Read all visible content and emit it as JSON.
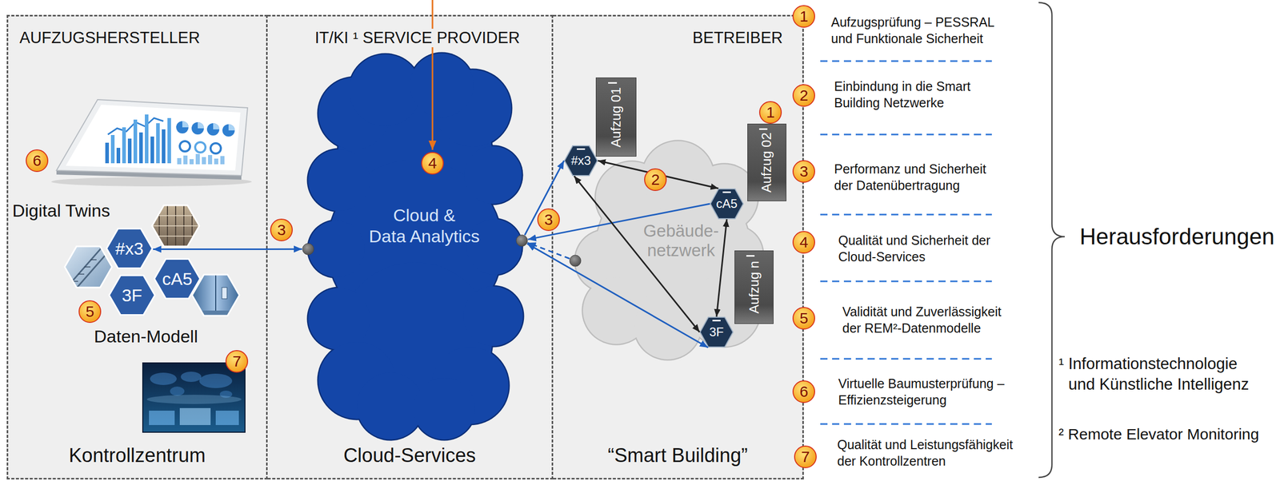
{
  "diagram": {
    "nodes": [
      {
        "text": [
          "AUFZUGSHERSTELLER",
          "Kontrollzentrum"
        ]
      },
      {
        "text": [
          "#x3"
        ],
        "in": 0
      },
      {
        "text": [
          "cA5"
        ],
        "in": 0
      },
      {
        "text": [
          "3F"
        ],
        "in": 0
      },
      {
        "text": [
          "IT/KI ¹ SERVICE PROVIDER",
          "Cloud-Services"
        ]
      },
      {
        "text": [
          "Cloud & Data Analytics"
        ],
        "in": 4
      },
      {
        "text": [
          "BETREIBER",
          "“Smart Building”"
        ]
      },
      {
        "text": [
          "Gebäude- netzwerk"
        ],
        "in": 6
      },
      {
        "text": [
          "Aufzug 01"
        ],
        "in": 6
      },
      {
        "text": [
          "#x3"
        ],
        "in": 6
      },
      {
        "text": [
          "Aufzug 02"
        ],
        "in": 6
      },
      {
        "text": [
          "cA5"
        ],
        "in": 6
      },
      {
        "text": [
          "Aufzug n"
        ],
        "in": 6
      },
      {
        "text": [
          "3F"
        ],
        "in": 6
      }
    ],
    "edges": [
      {
        "from": 1,
        "to": 5,
        "arrow": "both"
      },
      {
        "from": 5,
        "to": 9,
        "arrow": "to"
      },
      {
        "from": 11,
        "to": 5,
        "arrow": "to"
      },
      {
        "from": 5,
        "to": 13,
        "arrow": "both"
      },
      {
        "from": 7,
        "to": 5,
        "arrow": "to"
      },
      {
        "from": 9,
        "to": 11,
        "arrow": "both"
      },
      {
        "from": 9,
        "to": 13,
        "arrow": "both"
      },
      {
        "from": 11,
        "to": 13,
        "arrow": "both"
      }
    ],
    "labels": [
      "6",
      "Digital Twins",
      "5",
      "Daten-Modell",
      "7",
      "3",
      "4",
      "3",
      "2",
      "1",
      "1",
      "Aufzugsprüfung – PESSRAL und Funktionale Sicherheit",
      "2",
      "Einbindung in die Smart Building Netzwerke",
      "3",
      "Performanz und Sicherheit der Datenübertragung",
      "4",
      "Qualität und Sicherheit der Cloud-Services",
      "5",
      "Validität und Zuverlässigkeit der REM²-Datenmodelle",
      "6",
      "Virtuelle Baumusterprüfung – Effizienzsteigerung",
      "7",
      "Qualität und Leistungsfähigkeit der Kontrollzentren",
      "Herausforderungen",
      "¹ Informationstechnologie und Künstliche Intelligenz",
      "² Remote Elevator Monitoring"
    ]
  }
}
